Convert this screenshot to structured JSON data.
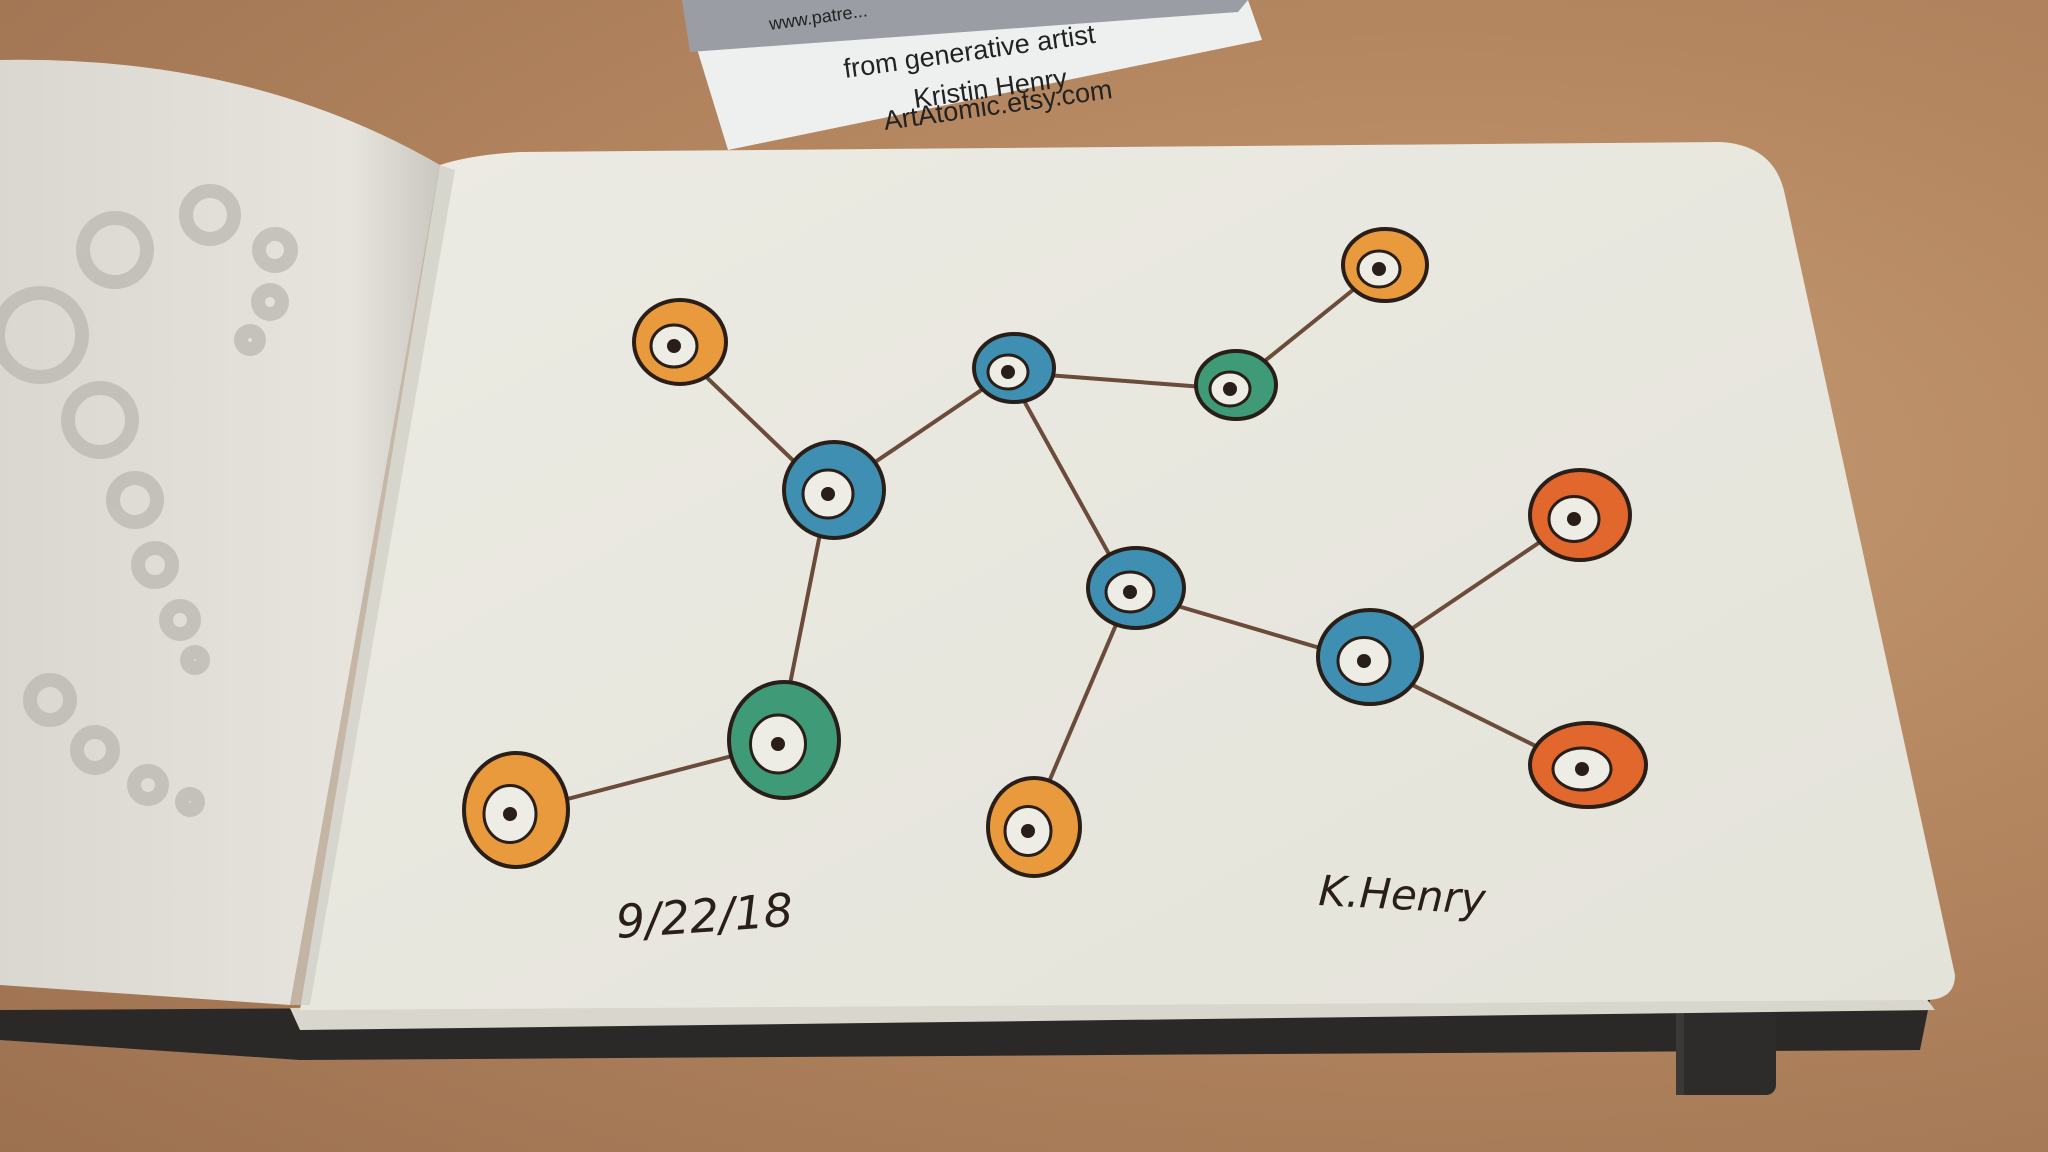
{
  "business_card": {
    "line_partial": "www.patre...",
    "line_1": "from generative artist",
    "line_2": "Kristin Henry",
    "line_3": "ArtAtomic.etsy.com"
  },
  "drawing": {
    "date": "9/22/18",
    "signature": "K.Henry",
    "colors": {
      "orange": "#e89a3c",
      "red_orange": "#e2672c",
      "blue": "#3f8fb2",
      "green": "#3f9a78",
      "ink": "#2a1e18",
      "line": "#6b4b3a"
    },
    "nodes": [
      {
        "id": "n1",
        "color": "orange"
      },
      {
        "id": "n2",
        "color": "blue"
      },
      {
        "id": "n3",
        "color": "blue"
      },
      {
        "id": "n4",
        "color": "green"
      },
      {
        "id": "n5",
        "color": "orange"
      },
      {
        "id": "n6",
        "color": "green"
      },
      {
        "id": "n7",
        "color": "orange"
      },
      {
        "id": "n8",
        "color": "blue"
      },
      {
        "id": "n9",
        "color": "red_orange"
      },
      {
        "id": "n10",
        "color": "blue"
      },
      {
        "id": "n11",
        "color": "red_orange"
      },
      {
        "id": "n12",
        "color": "orange"
      }
    ],
    "edges": [
      [
        "n1",
        "n2"
      ],
      [
        "n2",
        "n3"
      ],
      [
        "n3",
        "n4"
      ],
      [
        "n4",
        "n5"
      ],
      [
        "n2",
        "n6"
      ],
      [
        "n6",
        "n7"
      ],
      [
        "n3",
        "n8"
      ],
      [
        "n8",
        "n10"
      ],
      [
        "n8",
        "n12"
      ],
      [
        "n10",
        "n9"
      ],
      [
        "n10",
        "n11"
      ]
    ]
  }
}
